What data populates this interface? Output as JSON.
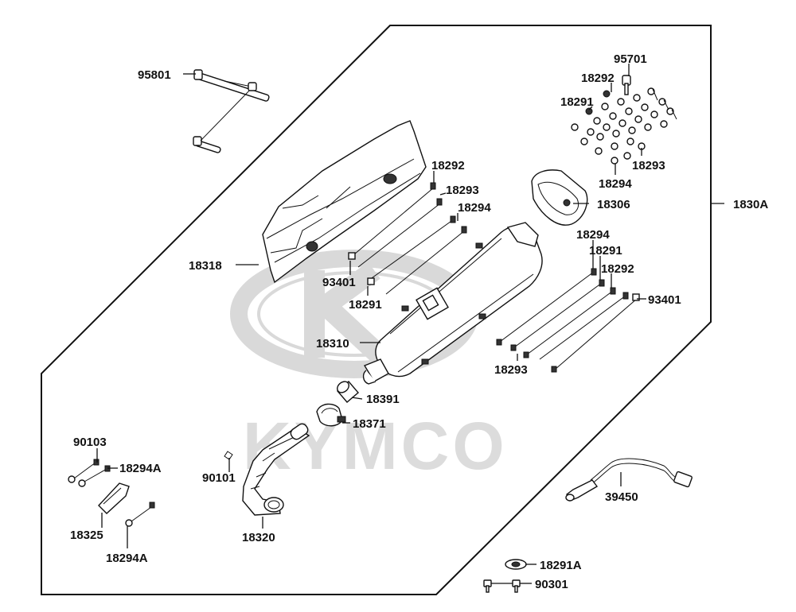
{
  "watermark": {
    "brand": "KYMCO"
  },
  "labels": {
    "p95801": "95801",
    "p95701": "95701",
    "p18292_a": "18292",
    "p18291_a": "18291",
    "p18293_a": "18293",
    "p18294_a": "18294",
    "p18306": "18306",
    "p1830A": "1830A",
    "p18292_b": "18292",
    "p18293_b": "18293",
    "p18294_b": "18294",
    "p18318": "18318",
    "p93401_a": "93401",
    "p18291_b": "18291",
    "p18294_c": "18294",
    "p18291_c": "18291",
    "p18292_c": "18292",
    "p93401_b": "93401",
    "p18310": "18310",
    "p18293_c": "18293",
    "p18391": "18391",
    "p18371": "18371",
    "p90103": "90103",
    "p18294A_a": "18294A",
    "p90101": "90101",
    "p18325": "18325",
    "p18320": "18320",
    "p18294A_b": "18294A",
    "p39450": "39450",
    "p18291A": "18291A",
    "p90301": "90301"
  }
}
